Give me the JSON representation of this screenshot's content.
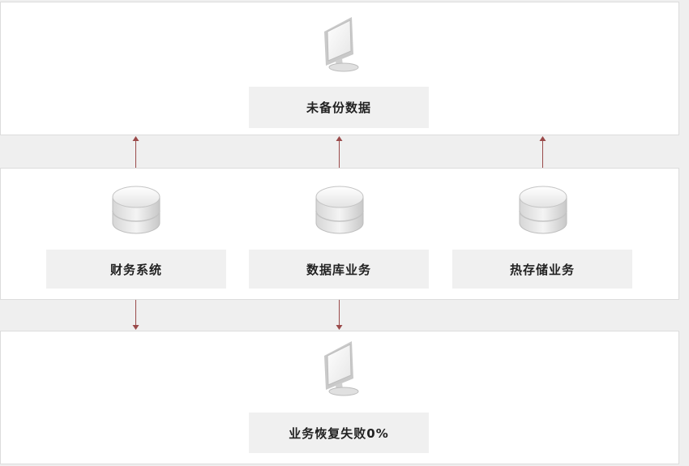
{
  "top": {
    "label": "未备份数据",
    "icon": "monitor-icon"
  },
  "middle": {
    "items": [
      {
        "label": "财务系统",
        "icon": "database-icon"
      },
      {
        "label": "数据库业务",
        "icon": "database-icon"
      },
      {
        "label": "热存储业务",
        "icon": "database-icon"
      }
    ]
  },
  "bottom": {
    "label": "业务恢复失败0%",
    "icon": "monitor-icon"
  },
  "colors": {
    "arrow": "#9a4a4a",
    "background": "#efefef",
    "panel": "#ffffff",
    "label_bg": "#f0f0f0"
  }
}
